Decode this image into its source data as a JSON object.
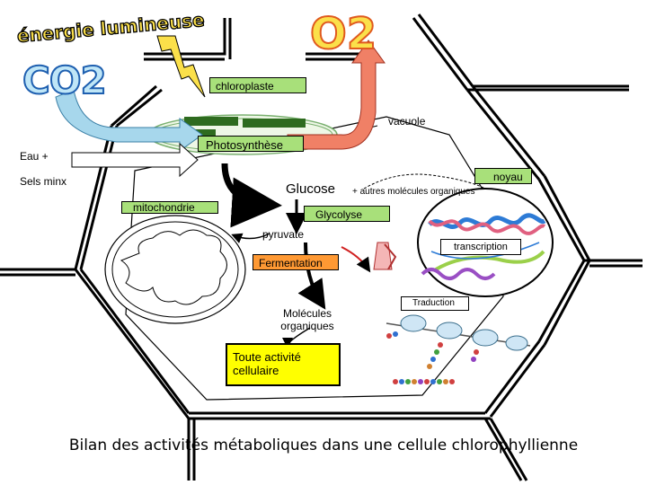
{
  "diagram": {
    "energy_label": "énergie lumineuse",
    "co2_label": "CO2",
    "o2_label": "O2",
    "chloroplast_label": "chloroplaste",
    "vacuole_label": "vacuole",
    "photosynthesis_label": "Photosynthèse",
    "water_label": "Eau +",
    "minerals_label": "Sels minx",
    "glucose_label": "Glucose",
    "other_molecules_label": "+ autres molécules organiques",
    "nucleus_label": "noyau",
    "mitochondria_label": "mitochondrie",
    "glycolysis_label": "Glycolyse",
    "pyruvate_label": "pyruvate",
    "transcription_label": "transcription",
    "fermentation_label": "Fermentation",
    "translation_label": "Traduction",
    "organic_molecules_label": "Molécules organiques",
    "cell_activity_label": "Toute activité cellulaire",
    "caption": "Bilan des activités métaboliques dans une cellule chlorophyllienne"
  },
  "colors": {
    "green_box": "#a8e07a",
    "orange_box": "#ff9933",
    "yellow_box": "#ffff00",
    "co2_arrow": "#a7d7ec",
    "o2_arrow": "#f08066",
    "lightning": "#fbe04a"
  }
}
